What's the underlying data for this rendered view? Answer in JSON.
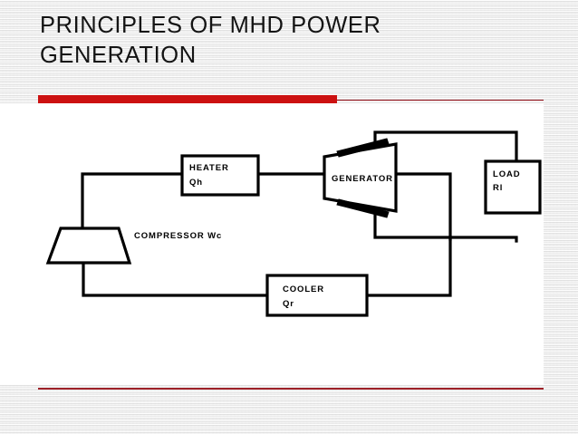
{
  "slide": {
    "title_lines": [
      "PRINCIPLES OF MHD POWER",
      "GENERATION"
    ],
    "accent_color_thick": "#cc1111",
    "accent_color_thin": "#96131b",
    "bottom_rule_color": "#9c1f26",
    "background_color": "#e9e9e9",
    "canvas_color": "#ffffff"
  },
  "diagram": {
    "stroke_color": "#000000",
    "nodes": {
      "heater": {
        "label_line1": "HEATER",
        "label_line2": "Qh"
      },
      "generator": {
        "label": "GENERATOR"
      },
      "load": {
        "label_line1": "LOAD",
        "label_line2": "Rl"
      },
      "cooler": {
        "label_line1": "COOLER",
        "label_line2": "Qr"
      },
      "compressor": {
        "label": "COMPRESSOR Wc"
      }
    }
  }
}
